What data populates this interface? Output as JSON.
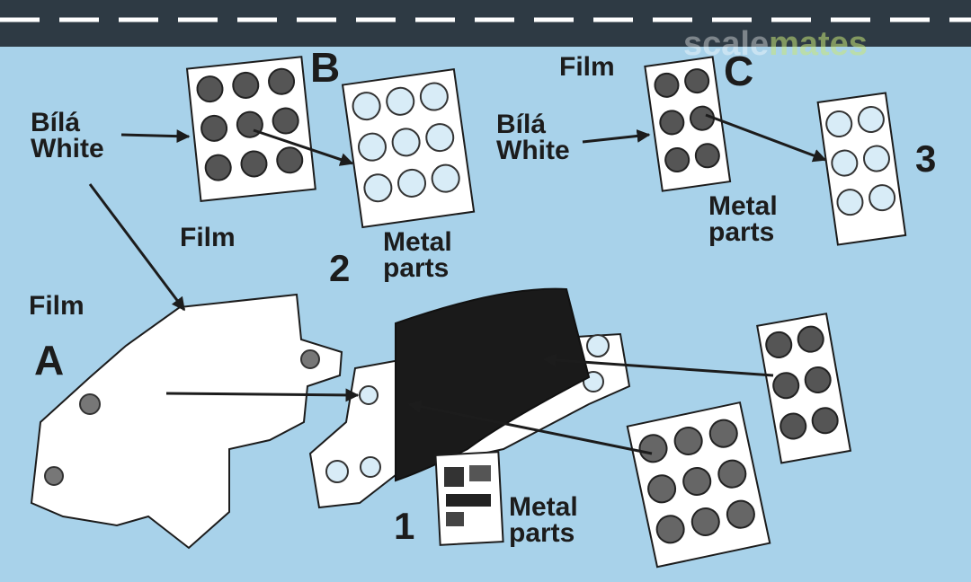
{
  "watermark": {
    "part1": "scale",
    "part2": "mates"
  },
  "labels": {
    "letter_a": "A",
    "letter_b": "B",
    "letter_c": "C",
    "film_a": "Film",
    "film_b": "Film",
    "film_c": "Film",
    "bila_b": "Bílá",
    "white_b": "White",
    "bila_c": "Bílá",
    "white_c": "White",
    "num_1": "1",
    "num_2": "2",
    "num_3": "3",
    "metal_1": "Metal",
    "parts_1": "parts",
    "metal_2": "Metal",
    "parts_2": "parts",
    "metal_3": "Metal",
    "parts_3": "parts"
  },
  "colors": {
    "background": "#a8d2ea",
    "ink": "#1c1c1c",
    "panel": "#ffffff",
    "top_bar": "#2e3a44"
  }
}
